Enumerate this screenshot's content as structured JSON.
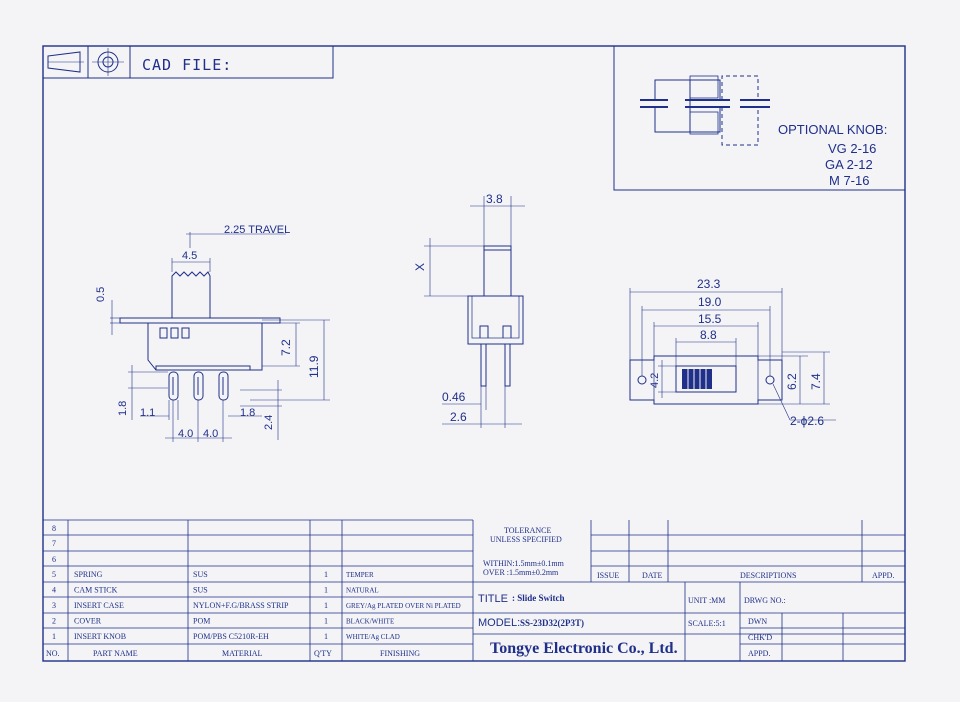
{
  "header": {
    "cad_file_label": "CAD FILE:"
  },
  "optional_knob": {
    "title": "OPTIONAL KNOB:",
    "items": [
      "VG 2-16",
      "GA 2-12",
      "M 7-16"
    ]
  },
  "side_view": {
    "travel": "2.25 TRAVEL",
    "knob_width": "4.5",
    "dim_0_5": "0.5",
    "dim_7_2": "7.2",
    "dim_11_9": "11.9",
    "dim_1_8_left": "1.8",
    "dim_1_1": "1.1",
    "dim_1_8_right": "1.8",
    "dim_2_4": "2.4",
    "pitch_a": "4.0",
    "pitch_b": "4.0"
  },
  "front_view": {
    "top_width": "3.8",
    "x_label": "X",
    "pin_thickness": "0.46",
    "pin_spacing": "2.6"
  },
  "top_view": {
    "overall": "23.3",
    "hole_pitch": "19.0",
    "body_len": "15.5",
    "slot_len": "8.8",
    "slot_h": "4.2",
    "body_h": "6.2",
    "flange_h": "7.4",
    "holes": "2-ϕ2.6"
  },
  "tolerance": {
    "line1": "TOLERANCE",
    "line2": "UNLESS SPECIFIED",
    "within": "WITHIN:1.5mm±0.1mm",
    "over": "OVER  :1.5mm±0.2mm"
  },
  "revision": {
    "issue": "ISSUE",
    "date": "DATE",
    "descriptions": "DESCRIPTIONS",
    "appd": "APPD."
  },
  "title_block": {
    "title_label": "TITLE",
    "title_value": ": Slide  Switch",
    "unit": "UNIT :MM",
    "drwg": "DRWG NO.:",
    "model_label": "MODEL:",
    "model_value": "SS-23D32(2P3T)",
    "scale": "SCALE:5:1",
    "dwn": "DWN",
    "chkd": "CHK'D",
    "appd": "APPD.",
    "company": "Tongye Electronic Co., Ltd."
  },
  "parts": {
    "empty_rows": [
      "8",
      "7",
      "6"
    ],
    "rows": [
      {
        "no": "5",
        "name": "SPRING",
        "material": "SUS",
        "qty": "1",
        "finish": "TEMPER"
      },
      {
        "no": "4",
        "name": "CAM STICK",
        "material": "SUS",
        "qty": "1",
        "finish": "NATURAL"
      },
      {
        "no": "3",
        "name": "INSERT CASE",
        "material": "NYLON+F.G/BRASS STRIP",
        "qty": "1",
        "finish": "GREY/Ag PLATED OVER Ni PLATED"
      },
      {
        "no": "2",
        "name": "COVER",
        "material": "POM",
        "qty": "1",
        "finish": "BLACK/WHITE"
      },
      {
        "no": "1",
        "name": "INSERT KNOB",
        "material": "POM/PBS C5210R-EH",
        "qty": "1",
        "finish": "WHITE/Ag CLAD"
      }
    ],
    "headers": {
      "no": "NO.",
      "name": "PART  NAME",
      "material": "MATERIAL",
      "qty": "Q'TY",
      "finish": "FINISHING"
    }
  }
}
